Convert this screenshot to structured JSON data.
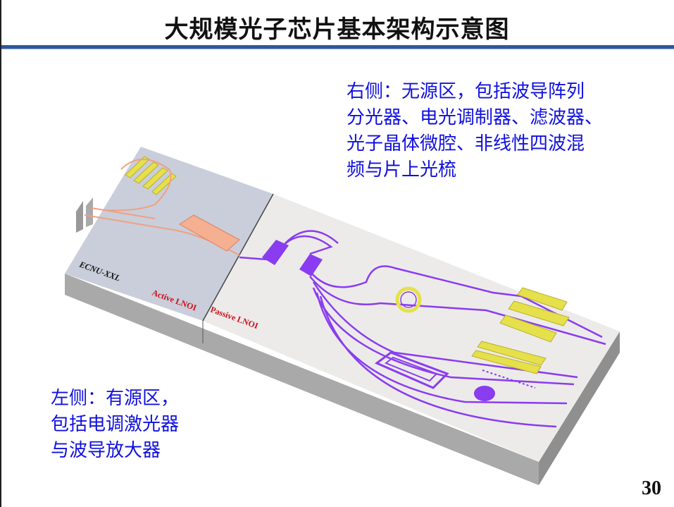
{
  "title": "大规模光子芯片基本架构示意图",
  "right_note": {
    "lines": [
      "右侧：无源区，包括波导阵列",
      "分光器、电光调制器、滤波器、",
      "光子晶体微腔、非线性四波混",
      "频与片上光梳"
    ]
  },
  "left_note": {
    "lines": [
      "左侧：有源区，",
      "包括电调激光器",
      "与波导放大器"
    ]
  },
  "chip": {
    "logo_text": "ECNU-XXL",
    "active_label": "Active LNOI",
    "passive_label": "Passive LNOI",
    "colors": {
      "waveguide": "#8a3cf0",
      "electrode": "#e6e04a",
      "active_region": "#c9ceda",
      "passive_region": "#ecebea",
      "label": "#d0101a"
    }
  },
  "page_number": "30"
}
